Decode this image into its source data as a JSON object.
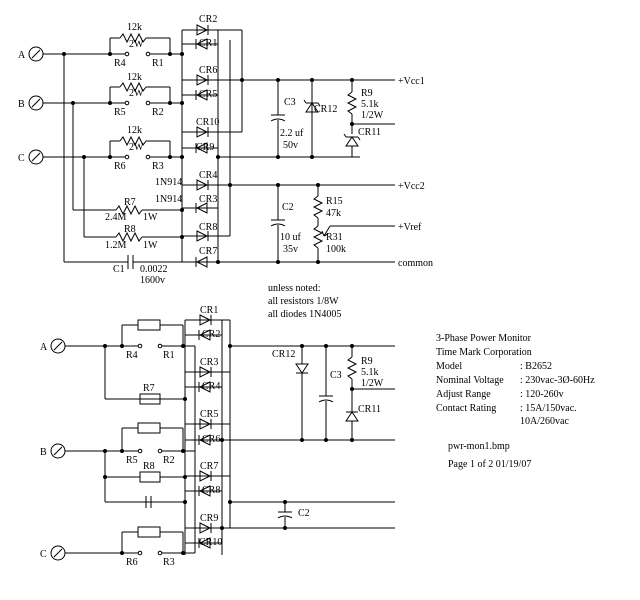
{
  "top": {
    "terminals": [
      "A",
      "B",
      "C"
    ],
    "r12k": [
      "12k",
      "12k",
      "12k"
    ],
    "r2w": [
      "2W",
      "2W",
      "2W"
    ],
    "bypass": [
      [
        "R4",
        "R1"
      ],
      [
        "R5",
        "R2"
      ],
      [
        "R6",
        "R3"
      ]
    ],
    "diodes": [
      "CR2",
      "CR1",
      "CR6",
      "CR5",
      "CR10",
      "CR9",
      "CR4",
      "CR3",
      "CR8",
      "CR7"
    ],
    "n1n914": [
      "1N914",
      "1N914"
    ],
    "r7": [
      "R7",
      "2.4M",
      "1W"
    ],
    "r8": [
      "R8",
      "1.2M",
      "1W"
    ],
    "c1": [
      "C1",
      "0.0022",
      "1600v"
    ],
    "c3": [
      "C3",
      "2.2 uf",
      "50v"
    ],
    "cr12": "CR12",
    "r9": [
      "R9",
      "5.1k",
      "1/2W"
    ],
    "cr11": "CR11",
    "c2": [
      "C2",
      "10 uf",
      "35v"
    ],
    "r15": [
      "R15",
      "47k"
    ],
    "r31": [
      "R31",
      "100k"
    ],
    "outputs": [
      "+Vcc1",
      "+Vcc2",
      "+Vref",
      "common"
    ]
  },
  "notes": [
    "unless noted:",
    "all resistors 1/8W",
    "all diodes 1N4005"
  ],
  "info": {
    "title": "3-Phase Power Monitor",
    "company": "Time Mark Corporation",
    "rows": [
      [
        "Model",
        ":  B2652"
      ],
      [
        "Nominal Voltage",
        ":  230vac-3Ø-60Hz"
      ],
      [
        "Adjust Range",
        ":  120-260v"
      ],
      [
        "Contact Rating",
        ":  15A/150vac."
      ],
      [
        "",
        "   10A/260vac"
      ]
    ],
    "file": "pwr-mon1.bmp",
    "page": "Page 1 of 2   01/19/07"
  },
  "bottom": {
    "terminals": [
      "A",
      "B",
      "C"
    ],
    "bypass": [
      [
        "R4",
        "R1"
      ],
      [
        "R5",
        "R2"
      ],
      [
        "R6",
        "R3"
      ]
    ],
    "diodes": [
      "CR1",
      "CR2",
      "CR3",
      "CR4",
      "CR5",
      "CR6",
      "CR7",
      "CR8",
      "CR9",
      "CR10"
    ],
    "r7": "R7",
    "r8": "R8",
    "cr12": "CR12",
    "c3": "C3",
    "r9": [
      "R9",
      "5.1k",
      "1/2W"
    ],
    "cr11": "CR11",
    "c2": "C2"
  }
}
